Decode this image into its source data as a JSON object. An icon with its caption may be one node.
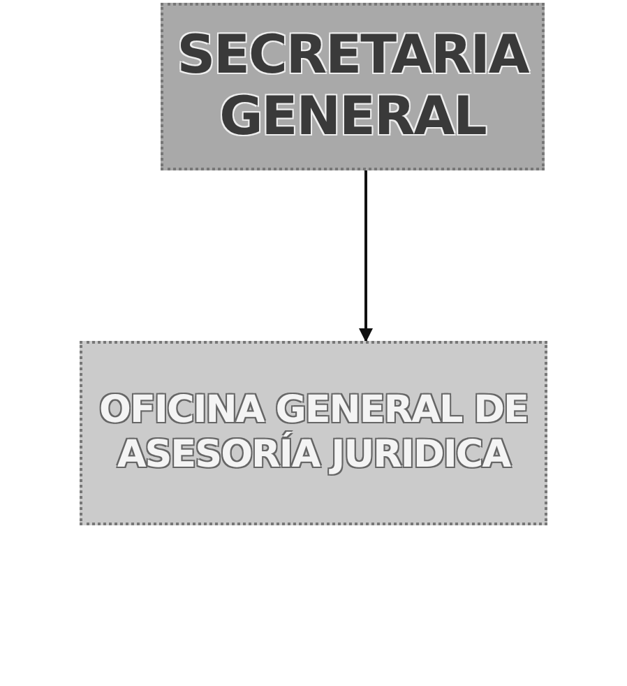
{
  "diagram": {
    "nodes": [
      {
        "text": [
          "SECRETARIA GENERAL"
        ]
      },
      {
        "text": [
          "OFICINA GENERAL DE ASESORÍA JURIDICA"
        ]
      }
    ],
    "edges": [
      {
        "from": 0,
        "to": 1,
        "arrow": "to"
      }
    ]
  }
}
